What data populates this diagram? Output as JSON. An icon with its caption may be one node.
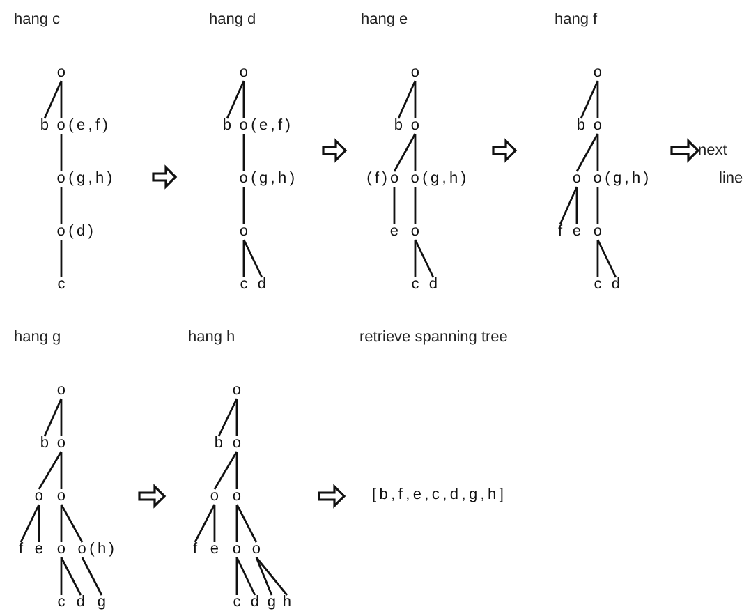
{
  "diagram": {
    "nodes": [
      {
        "text": [
          "hang c"
        ]
      },
      {
        "text": [
          "o"
        ],
        "in": 0
      },
      {
        "text": [
          "b"
        ],
        "in": 0
      },
      {
        "text": [
          "o(e,f)"
        ],
        "in": 0
      },
      {
        "text": [
          "o(g,h)"
        ],
        "in": 0
      },
      {
        "text": [
          "o(d)"
        ],
        "in": 0
      },
      {
        "text": [
          "c"
        ],
        "in": 0
      },
      {
        "text": [
          "hang d"
        ]
      },
      {
        "text": [
          "o"
        ],
        "in": 7
      },
      {
        "text": [
          "b"
        ],
        "in": 7
      },
      {
        "text": [
          "o(e,f)"
        ],
        "in": 7
      },
      {
        "text": [
          "o(g,h)"
        ],
        "in": 7
      },
      {
        "text": [
          "o"
        ],
        "in": 7
      },
      {
        "text": [
          "c"
        ],
        "in": 7
      },
      {
        "text": [
          "d"
        ],
        "in": 7
      },
      {
        "text": [
          "hang e"
        ]
      },
      {
        "text": [
          "o"
        ],
        "in": 15
      },
      {
        "text": [
          "b"
        ],
        "in": 15
      },
      {
        "text": [
          "o"
        ],
        "in": 15
      },
      {
        "text": [
          "(f)o"
        ],
        "in": 15
      },
      {
        "text": [
          "o(g,h)"
        ],
        "in": 15
      },
      {
        "text": [
          "e"
        ],
        "in": 15
      },
      {
        "text": [
          "o"
        ],
        "in": 15
      },
      {
        "text": [
          "c"
        ],
        "in": 15
      },
      {
        "text": [
          "d"
        ],
        "in": 15
      },
      {
        "text": [
          "hang f"
        ]
      },
      {
        "text": [
          "o"
        ],
        "in": 25
      },
      {
        "text": [
          "b"
        ],
        "in": 25
      },
      {
        "text": [
          "o"
        ],
        "in": 25
      },
      {
        "text": [
          "o"
        ],
        "in": 25
      },
      {
        "text": [
          "o(g,h)"
        ],
        "in": 25
      },
      {
        "text": [
          "f"
        ],
        "in": 25
      },
      {
        "text": [
          "e"
        ],
        "in": 25
      },
      {
        "text": [
          "o"
        ],
        "in": 25
      },
      {
        "text": [
          "c"
        ],
        "in": 25
      },
      {
        "text": [
          "d"
        ],
        "in": 25
      },
      {
        "text": [
          "next line"
        ]
      },
      {
        "text": [
          "hang g"
        ]
      },
      {
        "text": [
          "o"
        ],
        "in": 37
      },
      {
        "text": [
          "b"
        ],
        "in": 37
      },
      {
        "text": [
          "o"
        ],
        "in": 37
      },
      {
        "text": [
          "o"
        ],
        "in": 37
      },
      {
        "text": [
          "o"
        ],
        "in": 37
      },
      {
        "text": [
          "f"
        ],
        "in": 37
      },
      {
        "text": [
          "e"
        ],
        "in": 37
      },
      {
        "text": [
          "o"
        ],
        "in": 37
      },
      {
        "text": [
          "o(h)"
        ],
        "in": 37
      },
      {
        "text": [
          "c"
        ],
        "in": 37
      },
      {
        "text": [
          "d"
        ],
        "in": 37
      },
      {
        "text": [
          "g"
        ],
        "in": 37
      },
      {
        "text": [
          "hang h"
        ]
      },
      {
        "text": [
          "o"
        ],
        "in": 50
      },
      {
        "text": [
          "b"
        ],
        "in": 50
      },
      {
        "text": [
          "o"
        ],
        "in": 50
      },
      {
        "text": [
          "o"
        ],
        "in": 50
      },
      {
        "text": [
          "o"
        ],
        "in": 50
      },
      {
        "text": [
          "f"
        ],
        "in": 50
      },
      {
        "text": [
          "e"
        ],
        "in": 50
      },
      {
        "text": [
          "o"
        ],
        "in": 50
      },
      {
        "text": [
          "o"
        ],
        "in": 50
      },
      {
        "text": [
          "c"
        ],
        "in": 50
      },
      {
        "text": [
          "d"
        ],
        "in": 50
      },
      {
        "text": [
          "g"
        ],
        "in": 50
      },
      {
        "text": [
          "h"
        ],
        "in": 50
      },
      {
        "text": [
          "retrieve spanning tree",
          "[b,f,e,c,d,g,h]"
        ]
      }
    ],
    "edges": [
      {
        "from": 1,
        "to": 2,
        "arrow": "none"
      },
      {
        "from": 1,
        "to": 3,
        "arrow": "none"
      },
      {
        "from": 3,
        "to": 4,
        "arrow": "none"
      },
      {
        "from": 4,
        "to": 5,
        "arrow": "none"
      },
      {
        "from": 5,
        "to": 6,
        "arrow": "none"
      },
      {
        "from": 8,
        "to": 9,
        "arrow": "none"
      },
      {
        "from": 8,
        "to": 10,
        "arrow": "none"
      },
      {
        "from": 10,
        "to": 11,
        "arrow": "none"
      },
      {
        "from": 11,
        "to": 12,
        "arrow": "none"
      },
      {
        "from": 12,
        "to": 13,
        "arrow": "none"
      },
      {
        "from": 12,
        "to": 14,
        "arrow": "none"
      },
      {
        "from": 16,
        "to": 17,
        "arrow": "none"
      },
      {
        "from": 16,
        "to": 18,
        "arrow": "none"
      },
      {
        "from": 18,
        "to": 19,
        "arrow": "none"
      },
      {
        "from": 18,
        "to": 20,
        "arrow": "none"
      },
      {
        "from": 19,
        "to": 21,
        "arrow": "none"
      },
      {
        "from": 20,
        "to": 22,
        "arrow": "none"
      },
      {
        "from": 22,
        "to": 23,
        "arrow": "none"
      },
      {
        "from": 22,
        "to": 24,
        "arrow": "none"
      },
      {
        "from": 26,
        "to": 27,
        "arrow": "none"
      },
      {
        "from": 26,
        "to": 28,
        "arrow": "none"
      },
      {
        "from": 28,
        "to": 29,
        "arrow": "none"
      },
      {
        "from": 28,
        "to": 30,
        "arrow": "none"
      },
      {
        "from": 29,
        "to": 31,
        "arrow": "none"
      },
      {
        "from": 29,
        "to": 32,
        "arrow": "none"
      },
      {
        "from": 30,
        "to": 33,
        "arrow": "none"
      },
      {
        "from": 33,
        "to": 34,
        "arrow": "none"
      },
      {
        "from": 33,
        "to": 35,
        "arrow": "none"
      },
      {
        "from": 38,
        "to": 39,
        "arrow": "none"
      },
      {
        "from": 38,
        "to": 40,
        "arrow": "none"
      },
      {
        "from": 40,
        "to": 41,
        "arrow": "none"
      },
      {
        "from": 40,
        "to": 42,
        "arrow": "none"
      },
      {
        "from": 41,
        "to": 43,
        "arrow": "none"
      },
      {
        "from": 41,
        "to": 44,
        "arrow": "none"
      },
      {
        "from": 42,
        "to": 45,
        "arrow": "none"
      },
      {
        "from": 42,
        "to": 46,
        "arrow": "none"
      },
      {
        "from": 45,
        "to": 47,
        "arrow": "none"
      },
      {
        "from": 45,
        "to": 48,
        "arrow": "none"
      },
      {
        "from": 46,
        "to": 49,
        "arrow": "none"
      },
      {
        "from": 51,
        "to": 52,
        "arrow": "none"
      },
      {
        "from": 51,
        "to": 53,
        "arrow": "none"
      },
      {
        "from": 53,
        "to": 54,
        "arrow": "none"
      },
      {
        "from": 53,
        "to": 55,
        "arrow": "none"
      },
      {
        "from": 54,
        "to": 56,
        "arrow": "none"
      },
      {
        "from": 54,
        "to": 57,
        "arrow": "none"
      },
      {
        "from": 55,
        "to": 58,
        "arrow": "none"
      },
      {
        "from": 55,
        "to": 59,
        "arrow": "none"
      },
      {
        "from": 58,
        "to": 60,
        "arrow": "none"
      },
      {
        "from": 58,
        "to": 61,
        "arrow": "none"
      },
      {
        "from": 59,
        "to": 62,
        "arrow": "none"
      },
      {
        "from": 59,
        "to": 63,
        "arrow": "none"
      },
      {
        "from": 0,
        "to": 7,
        "arrow": "to",
        "style": "thick"
      },
      {
        "from": 7,
        "to": 15,
        "arrow": "to",
        "style": "thick"
      },
      {
        "from": 15,
        "to": 25,
        "arrow": "to",
        "style": "thick"
      },
      {
        "from": 25,
        "to": 36,
        "arrow": "to",
        "style": "thick"
      },
      {
        "from": 37,
        "to": 50,
        "arrow": "to",
        "style": "thick"
      },
      {
        "from": 50,
        "to": 64,
        "arrow": "to",
        "style": "thick"
      }
    ]
  }
}
